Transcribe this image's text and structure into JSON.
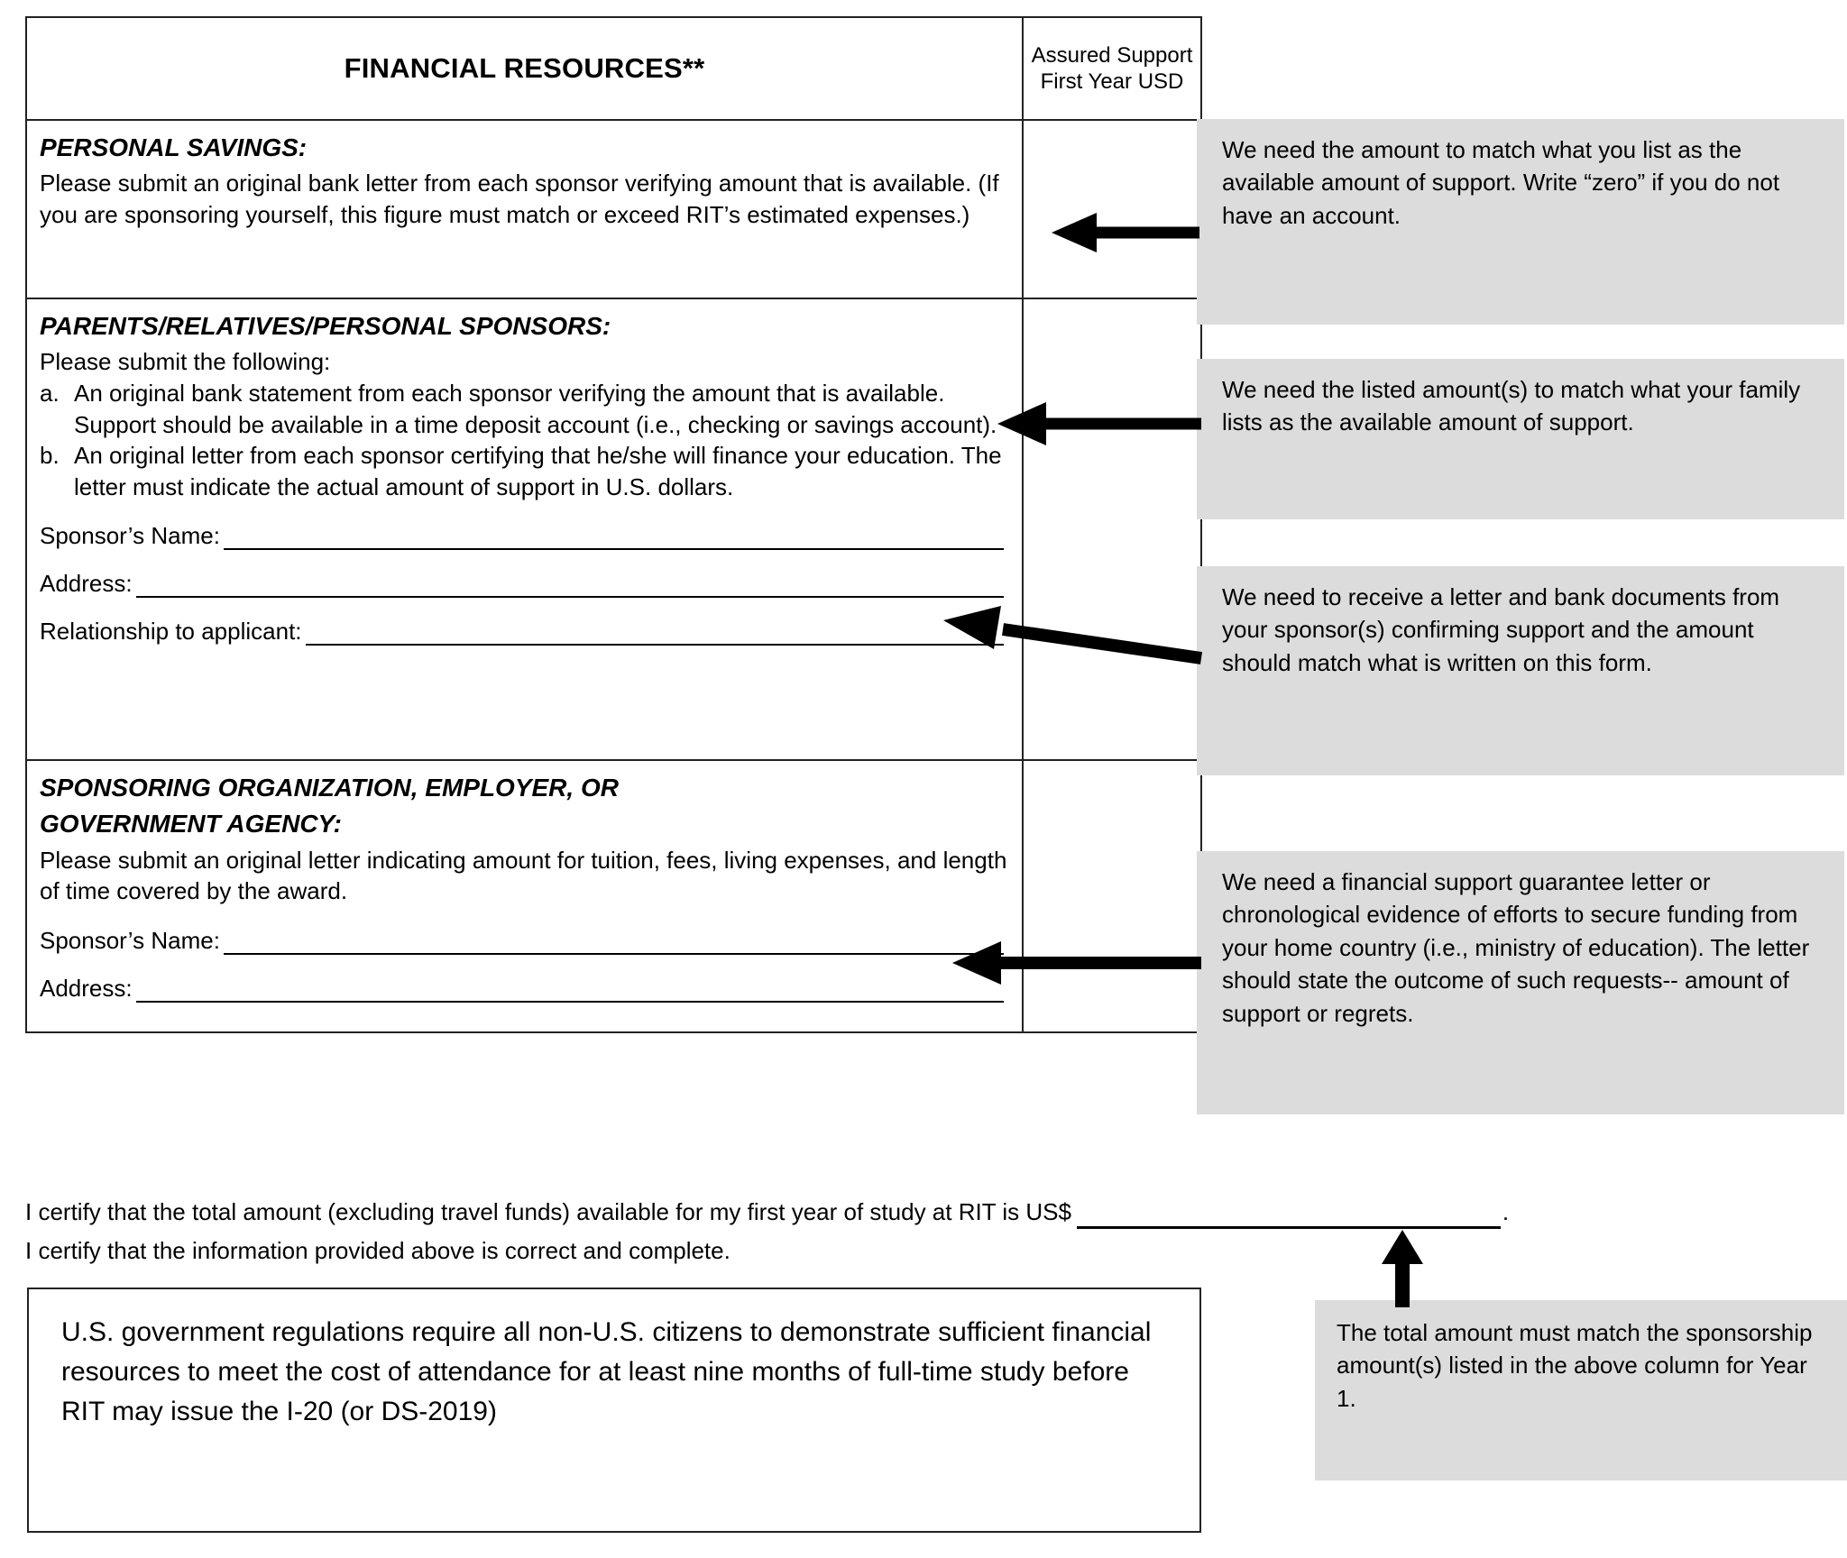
{
  "table": {
    "header": {
      "title": "FINANCIAL RESOURCES**",
      "amount_col_line1": "Assured Support",
      "amount_col_line2": "First Year USD"
    },
    "sections": [
      {
        "heading": "PERSONAL SAVINGS:",
        "body": "Please submit an original bank letter from each sponsor verifying amount that is available. (If you are sponsoring yourself, this figure must match or exceed RIT’s estimated expenses.)"
      },
      {
        "heading": "PARENTS/RELATIVES/PERSONAL SPONSORS:",
        "intro": "Please submit the following:",
        "items": [
          {
            "marker": "a.",
            "text": "An original bank statement from each sponsor verifying the amount that is available. Support should be available in a time deposit account (i.e., checking or savings account)."
          },
          {
            "marker": "b.",
            "text": "An original letter from each sponsor certifying that he/she will finance your education. The letter must indicate the actual amount of support in U.S. dollars."
          }
        ],
        "fields": [
          {
            "label": "Sponsor’s Name:",
            "value": ""
          },
          {
            "label": "Address:",
            "value": ""
          },
          {
            "label": "Relationship to applicant:",
            "value": ""
          }
        ]
      },
      {
        "heading_line1": "SPONSORING ORGANIZATION, EMPLOYER, OR",
        "heading_line2": "GOVERNMENT AGENCY:",
        "body": "Please submit an original letter indicating amount for tuition, fees, living expenses, and length of time covered by the award.",
        "fields": [
          {
            "label": "Sponsor’s Name:",
            "value": ""
          },
          {
            "label": "Address:",
            "value": ""
          }
        ]
      }
    ]
  },
  "callouts": {
    "savings": "We need the amount to match what you list as the available amount of support.  Write “zero” if you do not have an account.",
    "family": "We need the listed amount(s) to match what your family lists as the available amount of support.",
    "sponsor": "We need to receive a letter and bank documents from your sponsor(s) confirming support and the amount should match what is written on this form.",
    "government": "We need a financial support guarantee letter or chronological evidence of efforts to secure funding from your home country (i.e., ministry of education).  The letter should state the outcome of such requests-- amount of support or regrets.",
    "total": "The total amount must match the sponsorship amount(s) listed in the above column for Year 1."
  },
  "certification": {
    "line1_prefix": "I certify that the total amount (excluding travel funds) available for my first year of study at RIT is US$",
    "line1_value": "",
    "line1_suffix": ".",
    "line2": "I certify that the information provided above is correct and complete."
  },
  "notice": {
    "text": "U.S. government regulations require all non-U.S. citizens to demonstrate sufficient financial resources to meet the cost of attendance for at least nine months of full-time study before RIT may issue the I-20 (or DS-2019)"
  },
  "colors": {
    "callout_bg": "#dcdcdc",
    "border": "#222222",
    "text": "#000000"
  }
}
